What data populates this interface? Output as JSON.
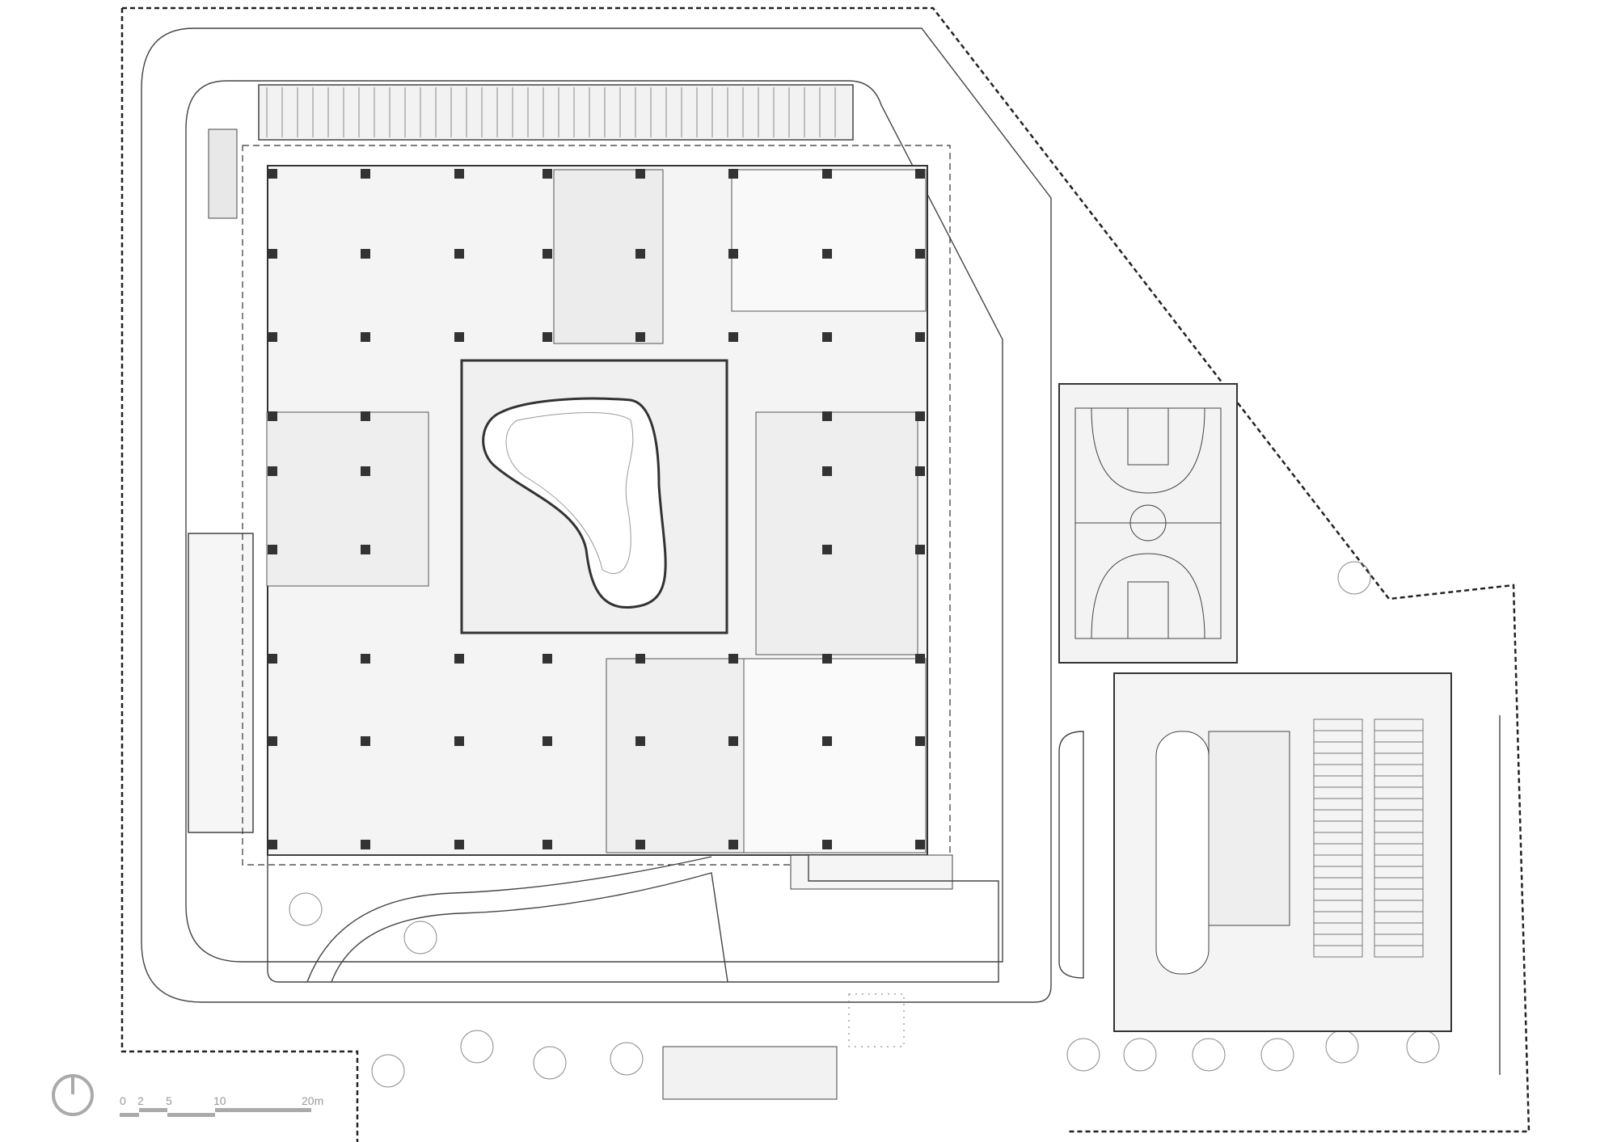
{
  "drawing": {
    "type": "site floor plan",
    "scale_bar": {
      "labels": [
        "0",
        "2",
        "5",
        "10",
        "20m"
      ],
      "unit": "m"
    },
    "north_arrow": "north-arrow-icon",
    "colors": {
      "line": "#444444",
      "muted": "#999999",
      "fill": "#f4f4f4"
    }
  }
}
